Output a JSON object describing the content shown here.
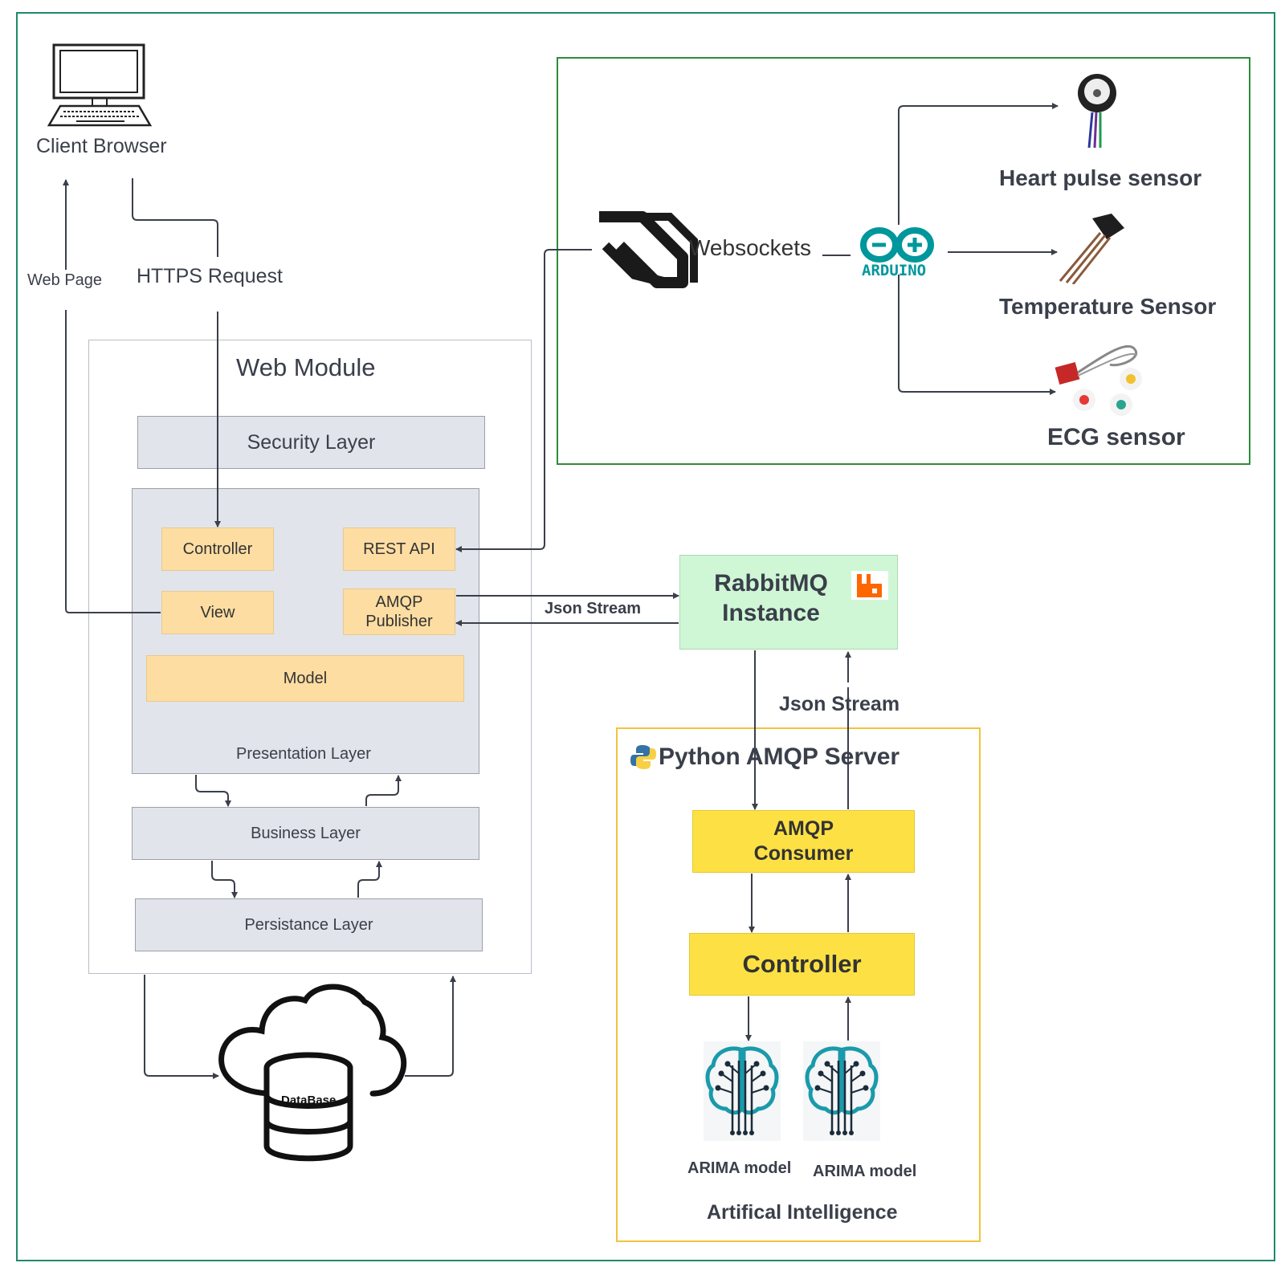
{
  "client": {
    "label": "Client Browser"
  },
  "labels": {
    "web_page": "Web Page",
    "https_request": "HTTPS Request",
    "json_stream_left": "Json Stream",
    "json_stream_right": "Json Stream"
  },
  "web_module": {
    "title": "Web Module",
    "security": "Security Layer",
    "presentation": {
      "title": "Presentation Layer",
      "controller": "Controller",
      "rest_api": "REST API",
      "view": "View",
      "amqp_publisher_1": "AMQP",
      "amqp_publisher_2": "Publisher",
      "model": "Model"
    },
    "business": "Business Layer",
    "persistance": "Persistance Layer"
  },
  "database": {
    "label": "DataBase"
  },
  "iot": {
    "websockets": "Websockets",
    "arduino": "ARDUINO",
    "heart": "Heart pulse sensor",
    "temperature": "Temperature Sensor",
    "ecg": "ECG sensor"
  },
  "rabbitmq": {
    "line1": "RabbitMQ",
    "line2": "Instance"
  },
  "python": {
    "title": "Python AMQP Server",
    "consumer_1": "AMQP",
    "consumer_2": "Consumer",
    "controller": "Controller",
    "arima_1": "ARIMA model",
    "arima_2": "ARIMA model",
    "ai": "Artifical Intelligence"
  },
  "colors": {
    "frame": "#1f8a6b",
    "iot_border": "#2e8b3a",
    "layer_fill": "#e1e4ea",
    "orange_fill": "#fddda2",
    "rabbit_fill": "#cff7d6",
    "yellow_fill": "#fde144",
    "python_border": "#f3c33a",
    "arduino": "#00979c",
    "rabbit_logo": "#ff6600"
  }
}
